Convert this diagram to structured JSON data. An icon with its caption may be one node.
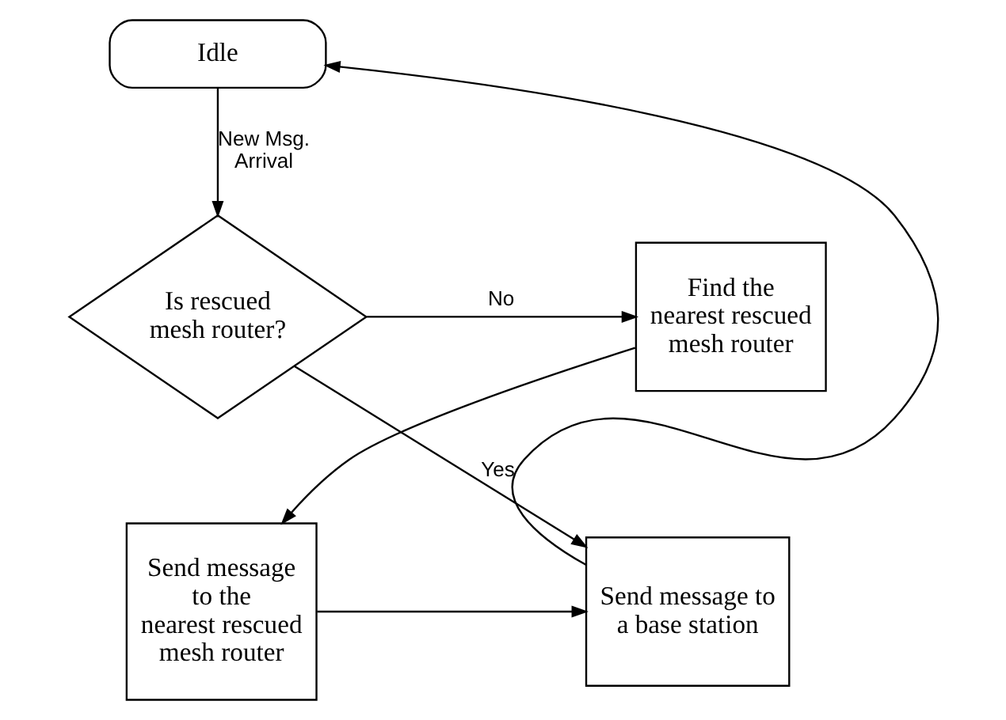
{
  "diagram": {
    "nodes": [
      {
        "text": [
          "Idle"
        ]
      },
      {
        "text": [
          "Is rescued mesh router?"
        ]
      },
      {
        "text": [
          "Find the nearest rescued mesh router"
        ]
      },
      {
        "text": [
          "Send message to the nearest rescued mesh router"
        ]
      },
      {
        "text": [
          "Send message to a base station"
        ]
      }
    ],
    "edges": [
      {
        "from": 0,
        "to": 1,
        "arrow": "to",
        "label": "New Msg. Arrival"
      },
      {
        "from": 1,
        "to": 4,
        "arrow": "to",
        "label": "Yes"
      },
      {
        "from": 1,
        "to": 2,
        "arrow": "to",
        "label": "No"
      },
      {
        "from": 2,
        "to": 3,
        "arrow": "to"
      },
      {
        "from": 3,
        "to": 4,
        "arrow": "to"
      },
      {
        "from": 4,
        "to": 0,
        "arrow": "to"
      }
    ]
  }
}
